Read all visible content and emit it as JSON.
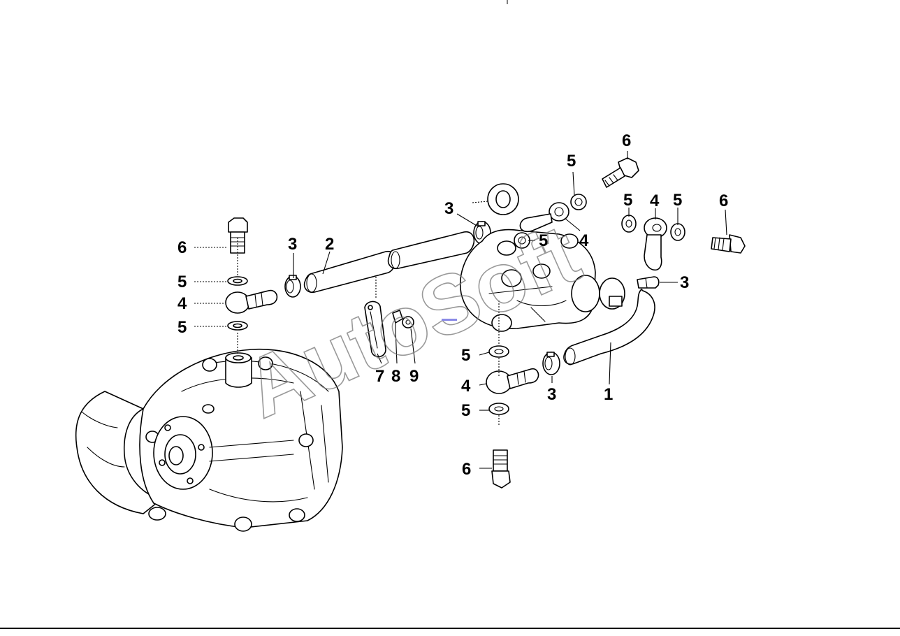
{
  "diagram": {
    "watermark": "AutoSoft",
    "callouts": [
      {
        "id": "c1",
        "label": "1"
      },
      {
        "id": "c2",
        "label": "2"
      },
      {
        "id": "c3a",
        "label": "3"
      },
      {
        "id": "c3b",
        "label": "3"
      },
      {
        "id": "c3c",
        "label": "3"
      },
      {
        "id": "c3d",
        "label": "3"
      },
      {
        "id": "c4a",
        "label": "4"
      },
      {
        "id": "c4b",
        "label": "4"
      },
      {
        "id": "c4c",
        "label": "4"
      },
      {
        "id": "c4d",
        "label": "4"
      },
      {
        "id": "c5a",
        "label": "5"
      },
      {
        "id": "c5b",
        "label": "5"
      },
      {
        "id": "c5c",
        "label": "5"
      },
      {
        "id": "c5d",
        "label": "5"
      },
      {
        "id": "c5e",
        "label": "5"
      },
      {
        "id": "c5f",
        "label": "5"
      },
      {
        "id": "c5g",
        "label": "5"
      },
      {
        "id": "c5h",
        "label": "5"
      },
      {
        "id": "c6a",
        "label": "6"
      },
      {
        "id": "c6b",
        "label": "6"
      },
      {
        "id": "c6c",
        "label": "6"
      },
      {
        "id": "c6d",
        "label": "6"
      },
      {
        "id": "c7",
        "label": "7"
      },
      {
        "id": "c8",
        "label": "8"
      },
      {
        "id": "c9",
        "label": "9"
      }
    ]
  }
}
